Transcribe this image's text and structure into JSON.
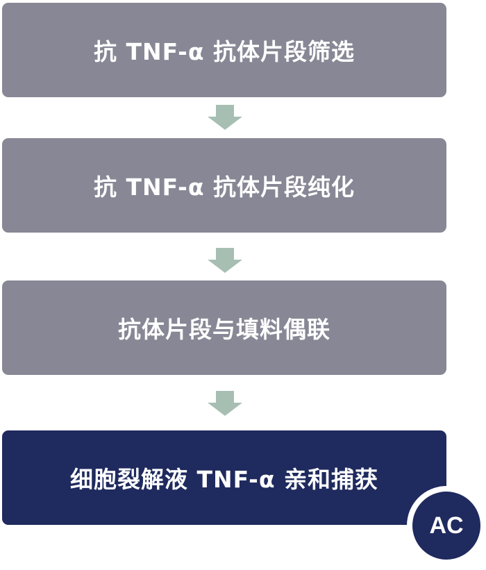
{
  "steps": [
    {
      "label": "抗 TNF-α 抗体片段筛选"
    },
    {
      "label": "抗 TNF-α 抗体片段纯化"
    },
    {
      "label": "抗体片段与填料偶联"
    },
    {
      "label": "细胞裂解液 TNF-α 亲和捕获"
    }
  ],
  "badge": {
    "label": "AC"
  },
  "colors": {
    "step_gray": "#888795",
    "step_navy": "#1f2a5e",
    "arrow": "#a7bfb3",
    "text": "#ffffff"
  }
}
